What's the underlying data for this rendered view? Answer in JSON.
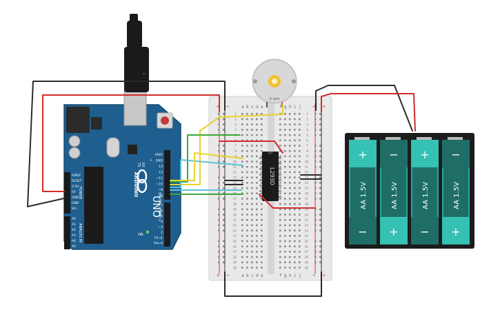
{
  "arduino": {
    "brand": "ARDUINO",
    "model": "UNO",
    "digital_header_label": "DIGITAL (PWM~)",
    "analog_header_label": "ANALOG IN",
    "power_header_label": "POWER",
    "on_label": "ON",
    "l_label": "L",
    "tx_label": "TX",
    "rx_label": "RX",
    "top_pins": [
      "AREF",
      "GND",
      "13",
      "12",
      "~11",
      "~10",
      "~9",
      "8"
    ],
    "bottom_pins": [
      "7",
      "~6",
      "~5",
      "4",
      "~3",
      "2",
      "TX→1",
      "RX←0"
    ],
    "power_pins": [
      "IOREF",
      "RESET",
      "3.3V",
      "5V",
      "GND",
      "GND",
      "Vin"
    ],
    "analog_pins": [
      "A0",
      "A1",
      "A2",
      "A3",
      "A4",
      "A5"
    ]
  },
  "motor": {
    "speed_label": "0 rpm"
  },
  "chip": {
    "label": "L293D"
  },
  "breadboard": {
    "columns_left": [
      "a",
      "b",
      "c",
      "d",
      "e"
    ],
    "columns_right": [
      "f",
      "g",
      "h",
      "i",
      "j"
    ],
    "row_numbers": [
      "1",
      "2",
      "3",
      "4",
      "5",
      "6",
      "7",
      "8",
      "9",
      "10",
      "11",
      "12",
      "13",
      "14",
      "15",
      "16",
      "17",
      "18",
      "19",
      "20",
      "21",
      "22",
      "23",
      "24",
      "25",
      "26",
      "27",
      "28",
      "29",
      "30"
    ],
    "rail_plus": "+",
    "rail_minus": "−"
  },
  "battery": {
    "cells": [
      {
        "label": "AA 1.5V",
        "top_sign": "+",
        "bottom_sign": "−"
      },
      {
        "label": "AA 1.5V",
        "top_sign": "−",
        "bottom_sign": "+"
      },
      {
        "label": "AA 1.5V",
        "top_sign": "+",
        "bottom_sign": "−"
      },
      {
        "label": "AA 1.5V",
        "top_sign": "−",
        "bottom_sign": "+"
      }
    ]
  },
  "colors": {
    "board": "#1f5f8f",
    "board_dark": "#174b72",
    "wire_red": "#d32a2a",
    "wire_black": "#2a2a2a",
    "wire_yellow": "#e8d230",
    "wire_green": "#3aa83a",
    "wire_cyan": "#5cc0d8",
    "battery_case": "#1c1c1c",
    "battery_cell": "#2aa79b",
    "breadboard": "#e8e8e8"
  }
}
